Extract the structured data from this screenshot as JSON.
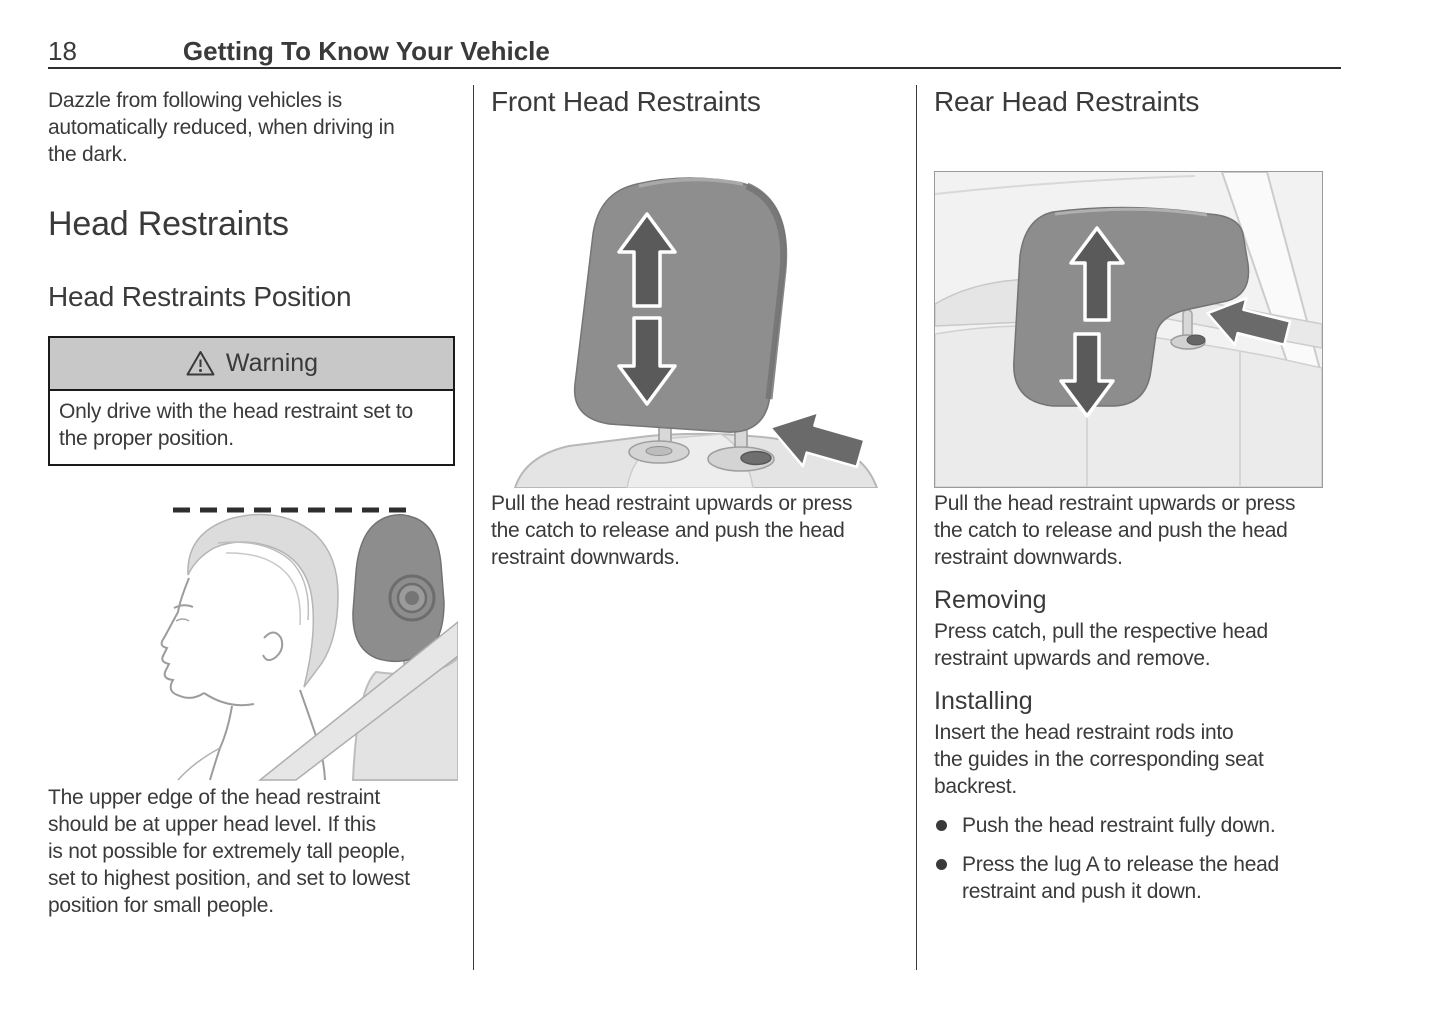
{
  "header": {
    "page_number": "18",
    "title": "Getting To Know Your Vehicle"
  },
  "left_column": {
    "intro": "Dazzle from following vehicles is\nautomatically reduced, when driving in\nthe dark.",
    "section_heading": "Head Restraints",
    "subsection_heading": "Head Restraints Position",
    "warning": {
      "icon": "warning-triangle-icon",
      "label": "Warning",
      "body": "Only drive with the head restraint set to\nthe proper position."
    },
    "illustration": "head-restraint-position-illustration",
    "body_after_illustration": "The upper edge of the head restraint\nshould be at upper head level. If this\nis not possible for extremely tall people,\nset to highest position, and set to lowest\nposition for small people."
  },
  "middle_column": {
    "heading": "Front Head Restraints",
    "illustration": "front-head-restraint-illustration",
    "body": "Pull the head restraint upwards or press\nthe catch to release and push the head\nrestraint downwards."
  },
  "right_column": {
    "heading": "Rear Head Restraints",
    "illustration": "rear-head-restraint-illustration",
    "body": "Pull the head restraint upwards or press\nthe catch to release and push the head\nrestraint downwards.",
    "removing": {
      "heading": "Removing",
      "body": "Press catch, pull the respective head\nrestraint upwards and remove."
    },
    "installing": {
      "heading": "Installing",
      "body": "Insert the head restraint rods into\nthe guides in the corresponding seat\nbackrest.",
      "bullets": [
        "Push the head restraint fully down.",
        "Press the lug A to release the head\nrestraint and push it down."
      ]
    }
  },
  "colors": {
    "text": "#3a3a3a",
    "warning_header_bg": "#c8c8c8",
    "warning_border": "#1a1a1a",
    "restraint_gray": "#8d8d8d",
    "arrow_dark": "#5a5a5a",
    "seat_light": "#e4e4e4",
    "divider": "#3a3a3a"
  }
}
